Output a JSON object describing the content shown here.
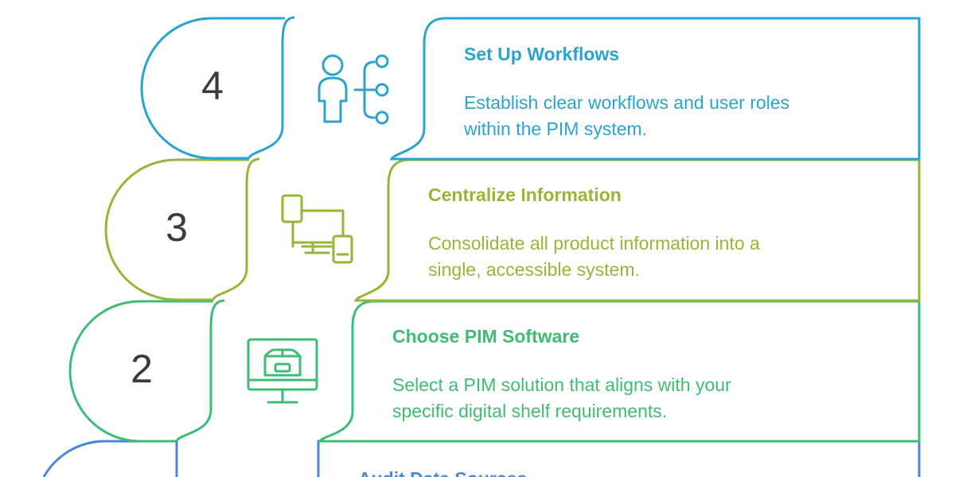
{
  "colors": {
    "step4": "#2ba3d0",
    "step3": "#95b637",
    "step2": "#3fbc74",
    "step1": "#4a86d6"
  },
  "steps": [
    {
      "number": "4",
      "title": "Set Up Workflows",
      "desc_line1": "Establish clear workflows and user roles",
      "desc_line2": "within the PIM system.",
      "icon": "user-workflow-icon"
    },
    {
      "number": "3",
      "title": "Centralize Information",
      "desc_line1": "Consolidate all product information into a",
      "desc_line2": "single, accessible system.",
      "icon": "devices-icon"
    },
    {
      "number": "2",
      "title": "Choose PIM Software",
      "desc_line1": "Select a PIM solution that aligns with your",
      "desc_line2": "specific digital shelf requirements.",
      "icon": "monitor-box-icon"
    },
    {
      "number": "",
      "title": "Audit Data Sources",
      "desc_line1": "",
      "desc_line2": "",
      "icon": ""
    }
  ]
}
